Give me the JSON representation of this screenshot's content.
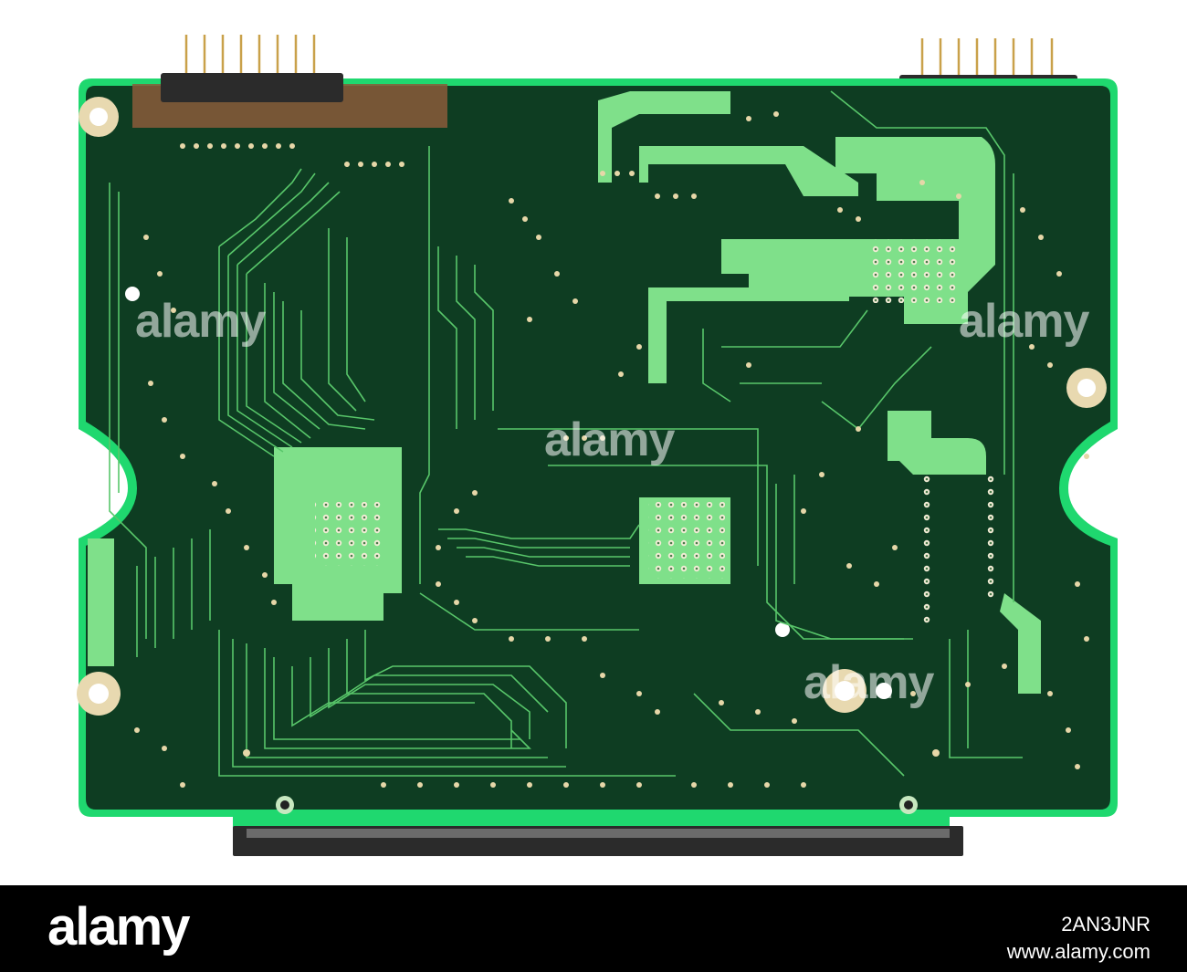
{
  "photo": {
    "subject": "Green printed circuit board, back side",
    "colors": {
      "board": "#0e3d22",
      "board_edge": "#1fd86f",
      "copper_pour": "#7fe08a",
      "trace": "#58c66a",
      "pad": "#d9c79a",
      "connector": "#2b2b2b",
      "pin": "#c9a14a",
      "kapton": "#8a5a3a"
    }
  },
  "watermarks": {
    "text": "alamy"
  },
  "footer": {
    "logo": "alamy",
    "image_id": "2AN3JNR",
    "site": "www.alamy.com"
  }
}
